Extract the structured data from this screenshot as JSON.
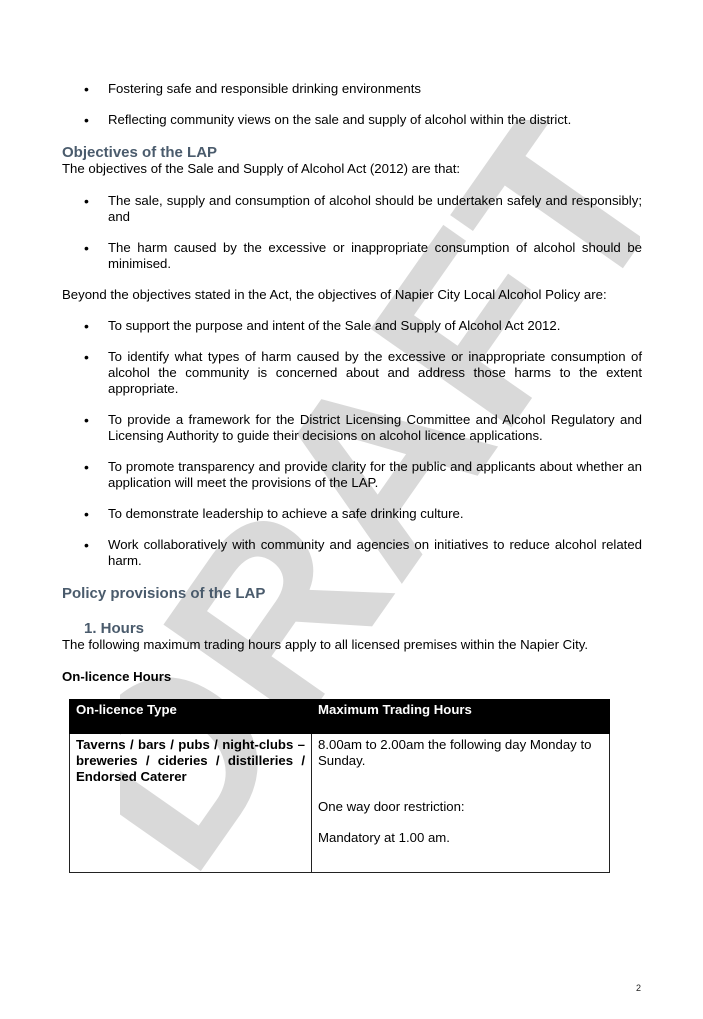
{
  "intro_bullets": [
    "Fostering safe and responsible drinking environments",
    "Reflecting community views on the sale and supply of alcohol within the district."
  ],
  "objectives": {
    "heading": "Objectives of the LAP",
    "intro": "The objectives of the Sale and Supply of Alcohol Act (2012) are that:",
    "act_bullets": [
      "The sale, supply and consumption of alcohol should be undertaken safely and responsibly; and",
      "The harm caused by the excessive or inappropriate consumption of alcohol should be minimised."
    ],
    "beyond": "Beyond the objectives stated in the Act, the objectives of Napier City Local Alcohol Policy are:",
    "policy_bullets": [
      "To support the purpose and intent of the Sale and Supply of Alcohol Act 2012.",
      "To identify what types of harm caused by the excessive or inappropriate consumption of alcohol the community is concerned about and address those harms to the extent appropriate.",
      "To provide a framework for the District Licensing Committee and Alcohol Regulatory and Licensing Authority to guide their decisions on alcohol licence applications.",
      "To promote transparency and provide clarity for the public and applicants about whether an application will meet the provisions of the LAP.",
      "To demonstrate leadership to achieve a safe drinking culture.",
      "Work collaboratively with community and agencies on initiatives to reduce alcohol related harm."
    ]
  },
  "policy": {
    "heading": "Policy provisions of the LAP",
    "hours_heading": "1.  Hours",
    "hours_intro": "The following maximum trading hours apply to all licensed premises within the Napier City.",
    "onlicence_heading": "On-licence Hours",
    "table": {
      "headers": [
        "On-licence Type",
        "Maximum Trading Hours"
      ],
      "type_cell": "Taverns / bars / pubs / night-clubs – breweries / cideries / distilleries / Endorsed Caterer",
      "hours_line1": "8.00am to 2.00am the following day Monday to Sunday.",
      "hours_line2": "One way door restriction:",
      "hours_line3": "Mandatory at 1.00 am."
    }
  },
  "watermark": {
    "text": "DRAFT",
    "color": "#d9d9d9"
  },
  "page_number": "2"
}
